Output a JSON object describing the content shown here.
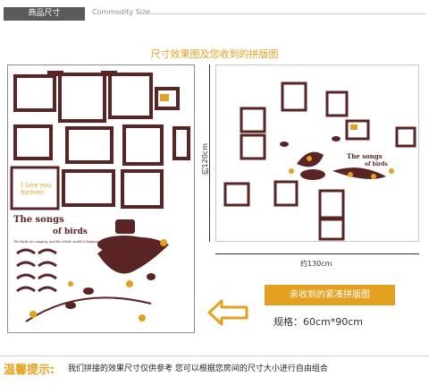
{
  "header": {
    "tag_cn": "商品尺寸",
    "tag_en": "Commodity Size"
  },
  "subtitle": "尺寸效果图及您收到的拼版图",
  "sheet": {
    "heading": "The songs",
    "heading2": "of birds",
    "tagline": "The birds are singing, and the whole world is beginning to turn green",
    "love_text_1": "I love you",
    "love_text_2": "forever."
  },
  "preview": {
    "heading": "The songs",
    "heading2": "of birds",
    "height_label": "约120cm",
    "width_label": "约130cm"
  },
  "banner": "亲收到的紧凑拼版图",
  "spec": "规格：60cm*90cm",
  "tip": {
    "label": "温馨提示:",
    "text": "我们拼接的效果尺寸仅供参考 您可以根据您房间的尺寸大小进行自由组合"
  },
  "colors": {
    "brown": "#5a2424",
    "accent": "#e3a021",
    "gray": "#5a5a5a"
  }
}
